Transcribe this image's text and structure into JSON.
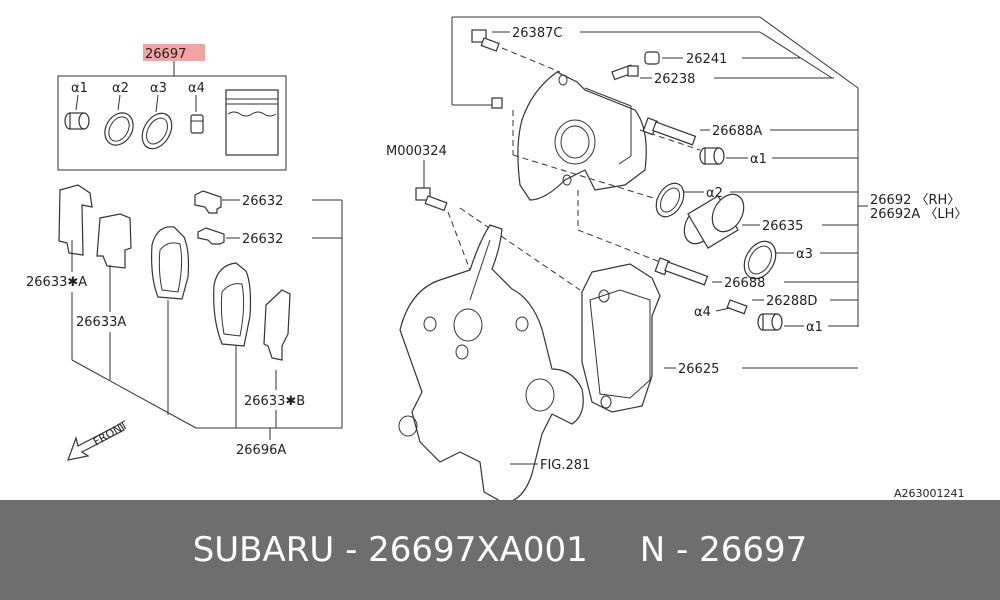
{
  "diagram": {
    "kit_label": "26697",
    "kit_items": [
      "α1",
      "α2",
      "α3",
      "α4"
    ],
    "labels": {
      "l26387C": "26387C",
      "l26241": "26241",
      "l26238": "26238",
      "l26688A": "26688A",
      "la1_top": "α1",
      "la2": "α2",
      "l26692": "26692 〈RH〉",
      "l26692A": "26692A 〈LH〉",
      "l26635": "26635",
      "la3": "α3",
      "l26688": "26688",
      "la4": "α4",
      "l26288D": "26288D",
      "la1_bot": "α1",
      "l26625": "26625",
      "lM000324": "M000324",
      "lFIG281": "FIG.281",
      "l26632a": "26632",
      "l26632b": "26632",
      "l26633sA": "26633✱A",
      "l26633A": "26633A",
      "l26633sB": "26633✱B",
      "l26696A": "26696A",
      "front": "FRONT",
      "ref": "A263001241"
    }
  },
  "footer": {
    "brand_part": "SUBARU - 26697XA001",
    "alt_part": "N - 26697"
  },
  "colors": {
    "highlight": "#f4a3a3",
    "footer_bg": "#6e6e6e"
  }
}
